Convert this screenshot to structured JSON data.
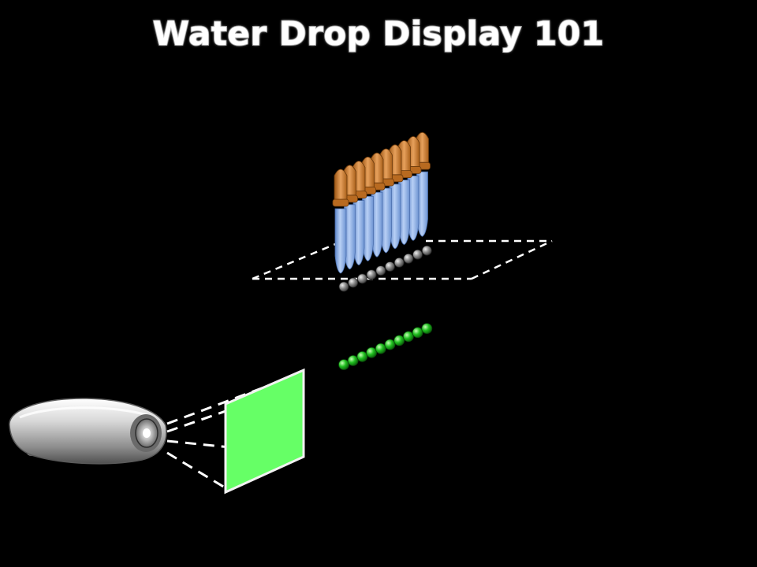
{
  "slide": {
    "title": "Water Drop Display 101"
  },
  "illustration": {
    "dropper_count": 10,
    "falling_drop_count": 10,
    "lit_drop_count": 10,
    "colors": {
      "background": "#000000",
      "dropper_bulb": "#c8762a",
      "dropper_tube": "#8fb3e8",
      "falling_drop": "#8a8a8a",
      "lit_drop": "#1fbf1f",
      "projected_frame": "#66ff66",
      "guide_lines": "#ffffff",
      "projector_body": "#c8c8c8"
    }
  }
}
